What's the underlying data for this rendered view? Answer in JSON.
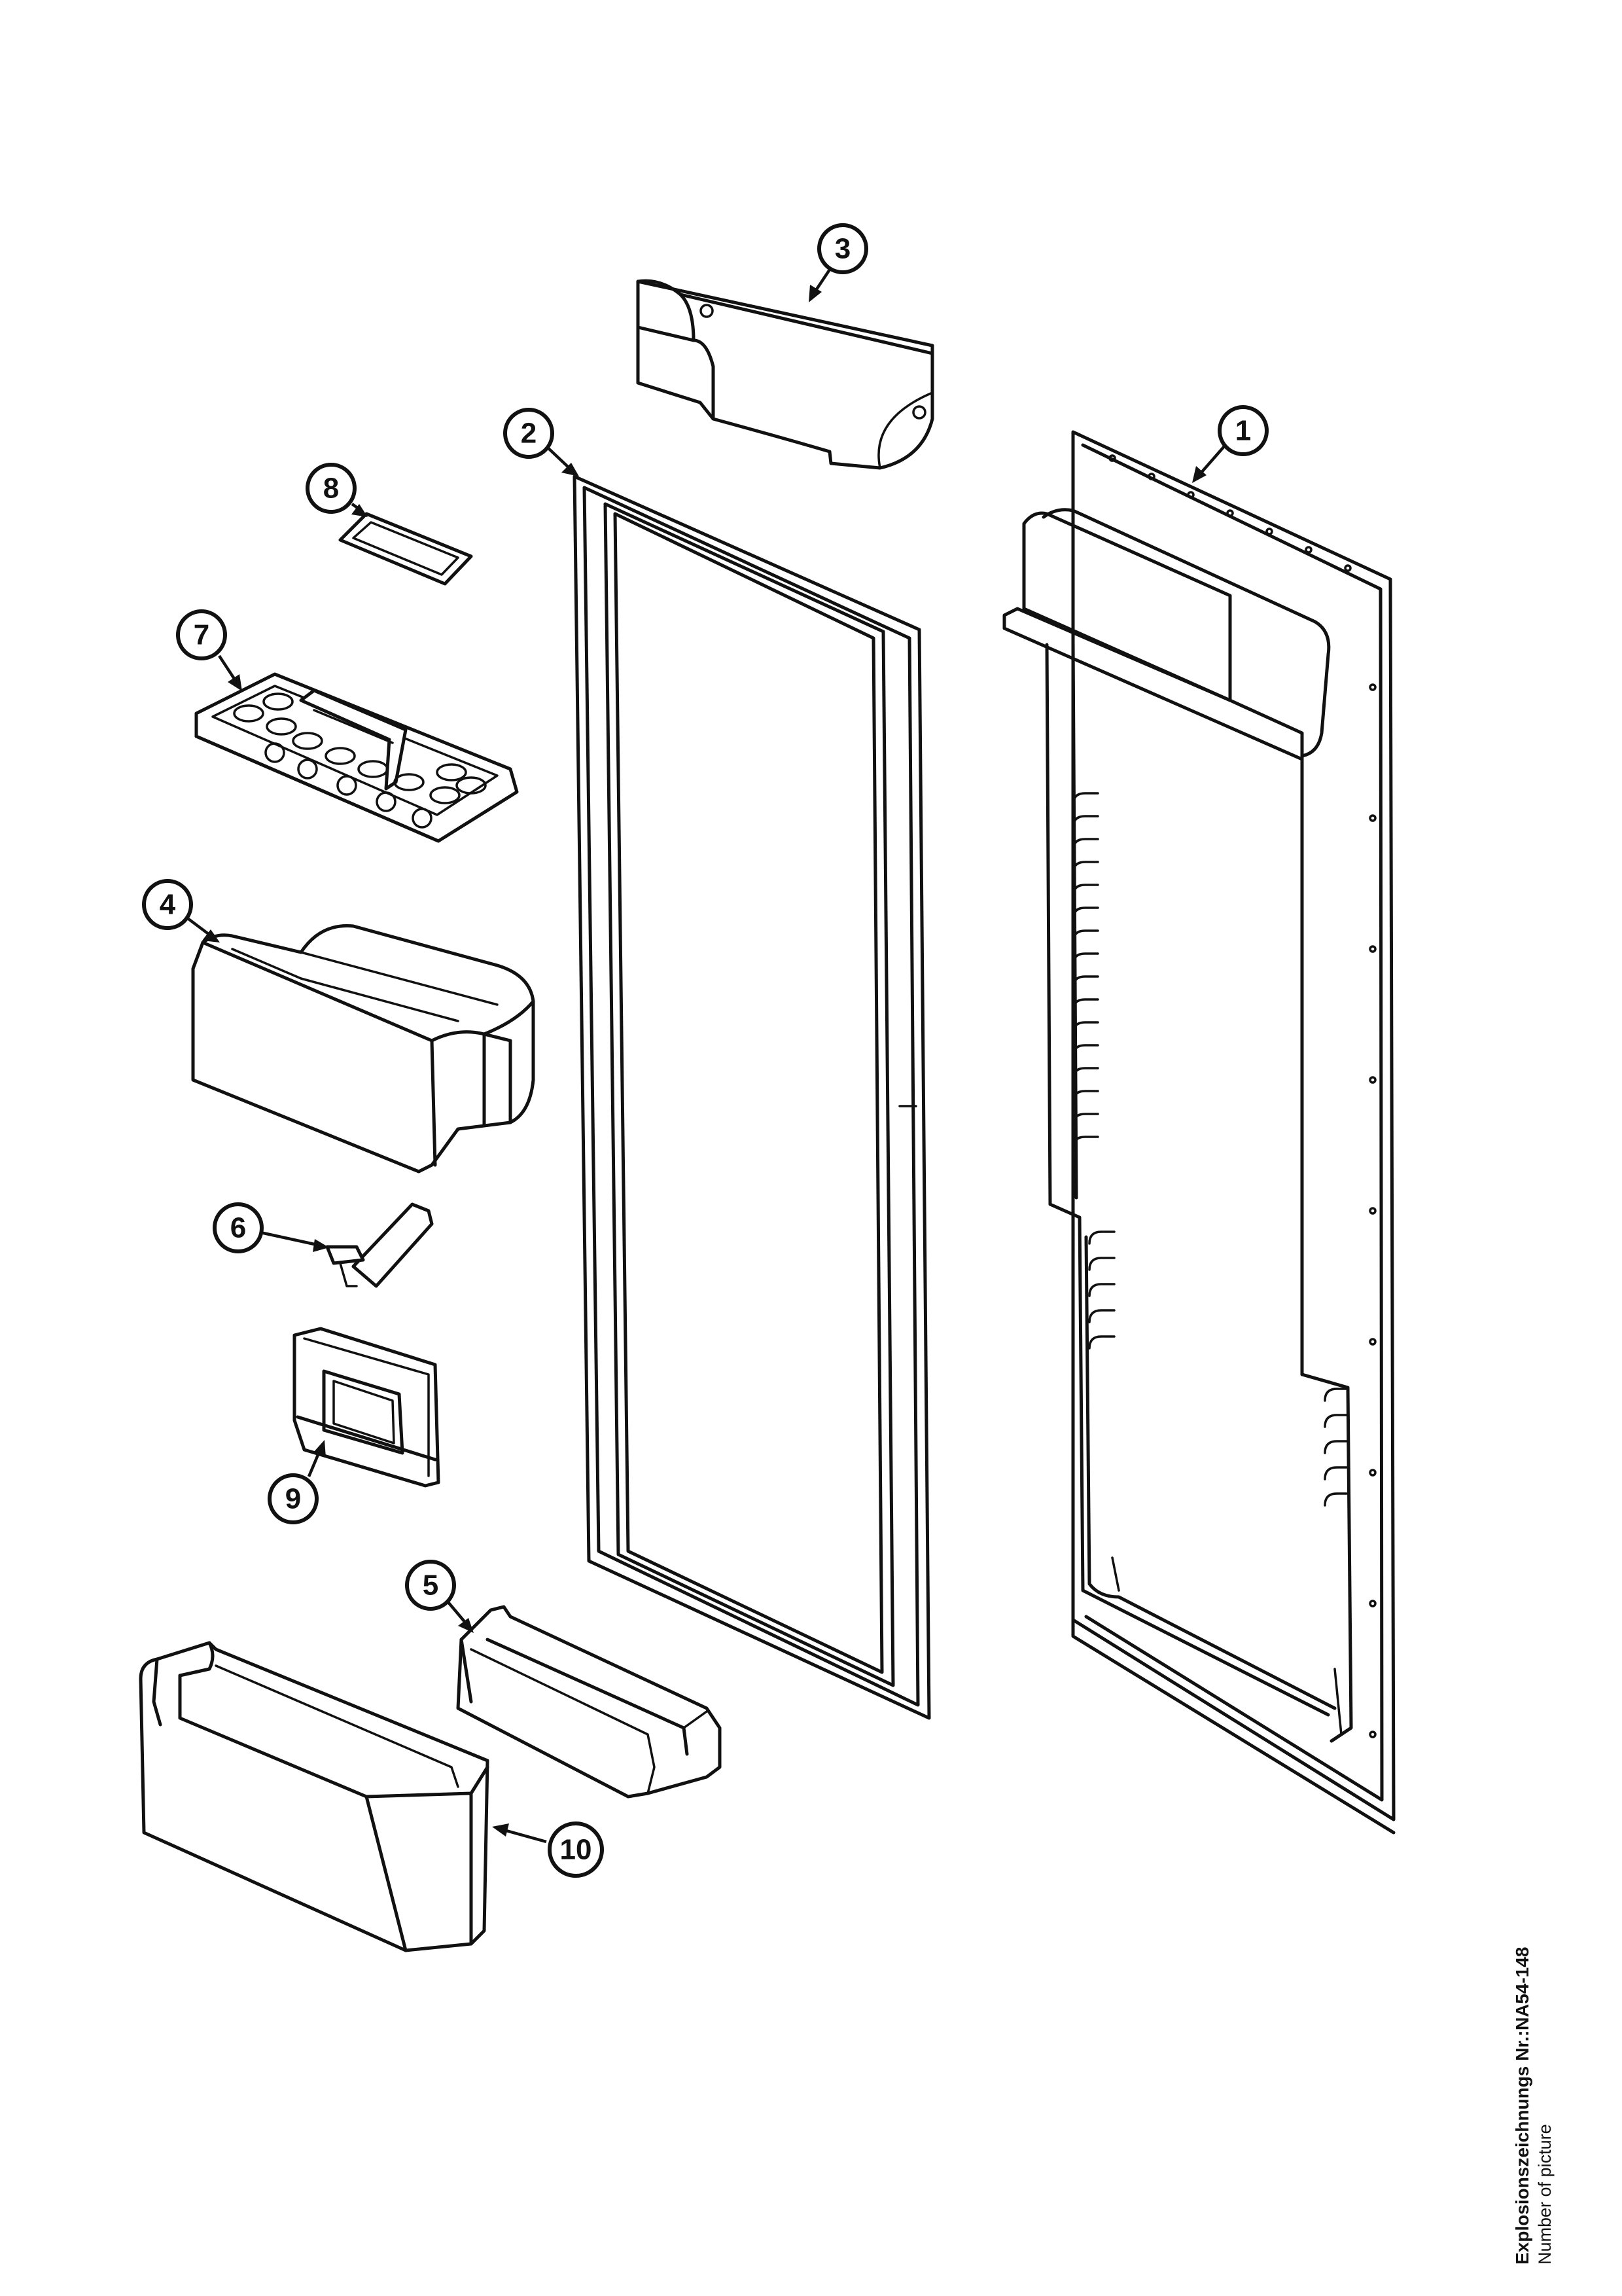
{
  "callouts": [
    {
      "id": "1",
      "label": "1"
    },
    {
      "id": "2",
      "label": "2"
    },
    {
      "id": "3",
      "label": "3"
    },
    {
      "id": "4",
      "label": "4"
    },
    {
      "id": "5",
      "label": "5"
    },
    {
      "id": "6",
      "label": "6"
    },
    {
      "id": "7",
      "label": "7"
    },
    {
      "id": "8",
      "label": "8"
    },
    {
      "id": "9",
      "label": "9"
    },
    {
      "id": "10",
      "label": "10"
    }
  ],
  "caption": {
    "line1": "Explosionszeichnungs Nr.:NA54-148",
    "line2": "Number of picture"
  },
  "colors": {
    "ink": "#111111",
    "paper": "#ffffff"
  }
}
